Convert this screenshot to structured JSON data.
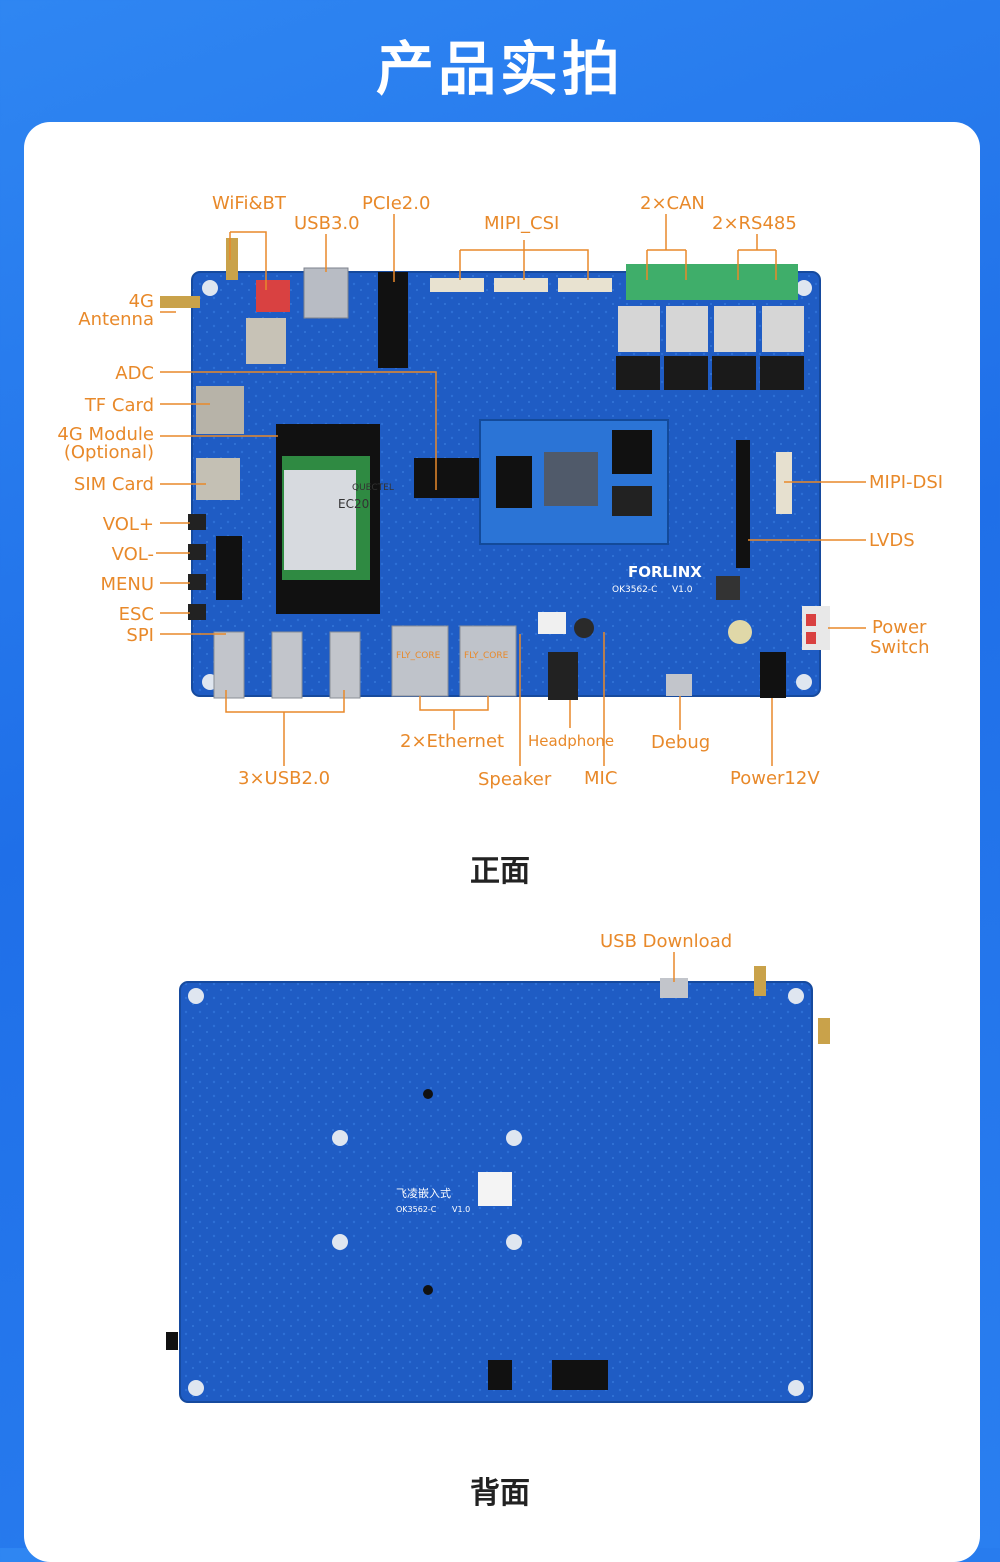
{
  "header": {
    "title": "产品实拍"
  },
  "front": {
    "caption": "正面",
    "labels": {
      "wifi_bt": "WiFi&BT",
      "usb30": "USB3.0",
      "pcie": "PCIe2.0",
      "mipi_csi": "MIPI_CSI",
      "can": "2×CAN",
      "rs485": "2×RS485",
      "antenna_4g_line1": "4G",
      "antenna_4g_line2": "Antenna",
      "adc": "ADC",
      "tf_card": "TF Card",
      "module_4g_line1": "4G Module",
      "module_4g_line2": "(Optional)",
      "sim_card": "SIM Card",
      "vol_up": "VOL+",
      "vol_down": "VOL-",
      "menu": "MENU",
      "esc": "ESC",
      "spi": "SPI",
      "mipi_dsi": "MIPI-DSI",
      "lvds": "LVDS",
      "power_switch_line1": "Power",
      "power_switch_line2": "Switch",
      "ethernet": "2×Ethernet",
      "headphone": "Headphone",
      "debug": "Debug",
      "usb20": "3×USB2.0",
      "speaker": "Speaker",
      "mic": "MIC",
      "power12v": "Power12V"
    },
    "board_text": {
      "brand": "FORLINX",
      "model": "OK3562-C",
      "version": "V1.0",
      "module_mark": "EC20",
      "module_brand": "QUECTEL",
      "eth1": "FLY_CORE",
      "eth2": "FLY_CORE"
    }
  },
  "back": {
    "caption": "背面",
    "labels": {
      "usb_download": "USB Download"
    },
    "board_text": {
      "brand": "飞凌嵌入式",
      "model": "OK3562-C",
      "version": "V1.0"
    }
  },
  "colors": {
    "background": "#2a7ff0",
    "label": "#e8892a",
    "board": "#1f5cc4",
    "board_dark": "#17479c"
  }
}
